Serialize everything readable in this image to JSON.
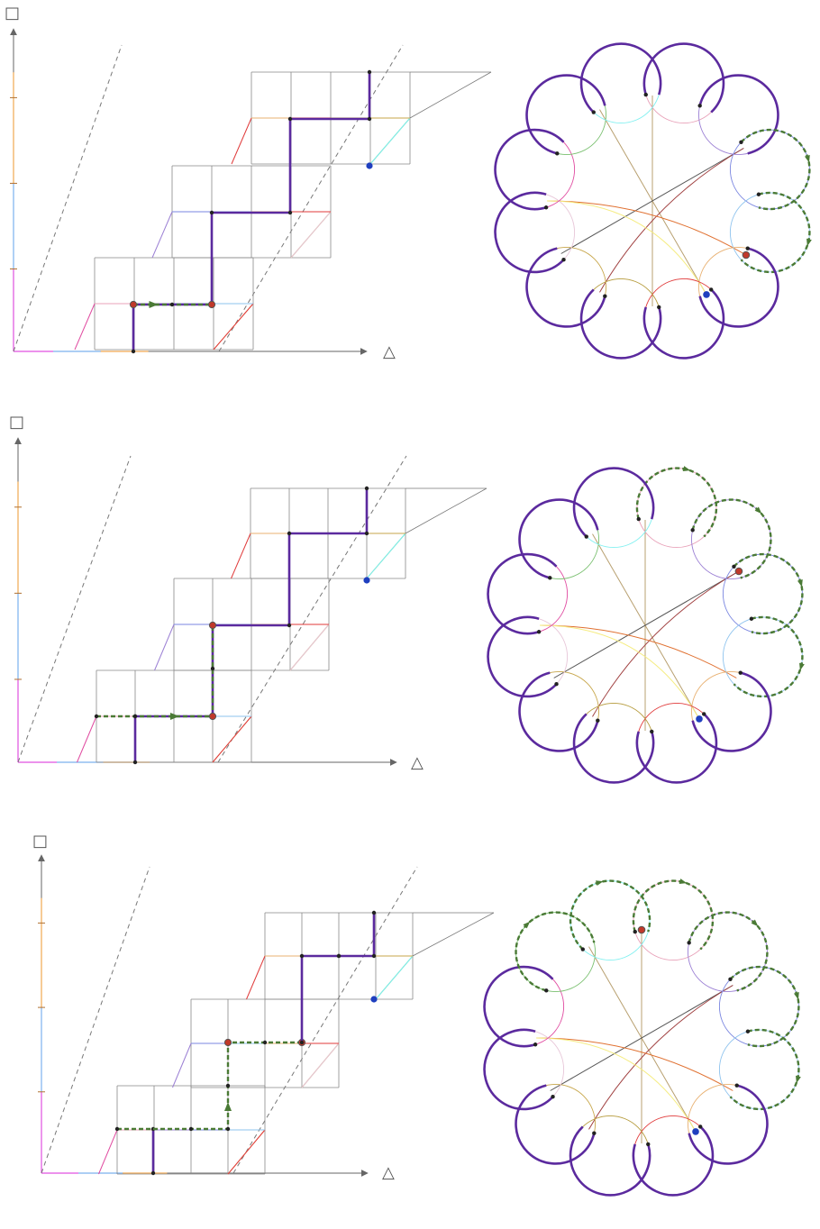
{
  "axes": {
    "x_label": "△",
    "y_label": "□"
  },
  "colors": {
    "path": "#5b2a9e",
    "loop": "#5b2a9e",
    "dashed": "#4a7a35",
    "grid": "#888888",
    "dash_border": "#777777",
    "red_point": "#c0392b",
    "blue_point": "#1f3fbf",
    "edge_palette": [
      "#e8a0b8",
      "#9b7fd4",
      "#7a86e0",
      "#8ec3ee",
      "#e8b070",
      "#e03a3a",
      "#b59a3a",
      "#c7a64a",
      "#e7c6d8",
      "#e04aa0",
      "#7ac070",
      "#7ff0f0"
    ],
    "chords": [
      "#b8a070",
      "#555555",
      "#e07030",
      "#a04040",
      "#f5ec80"
    ]
  },
  "rows": [
    {
      "panel": "panel-1",
      "red_lattice": "p5",
      "red_flower": "a10"
    },
    {
      "panel": "panel-2",
      "red_lattice": "p3",
      "red_flower": "a8"
    },
    {
      "panel": "panel-3",
      "red_lattice": "p1",
      "red_flower": "a6"
    }
  ]
}
